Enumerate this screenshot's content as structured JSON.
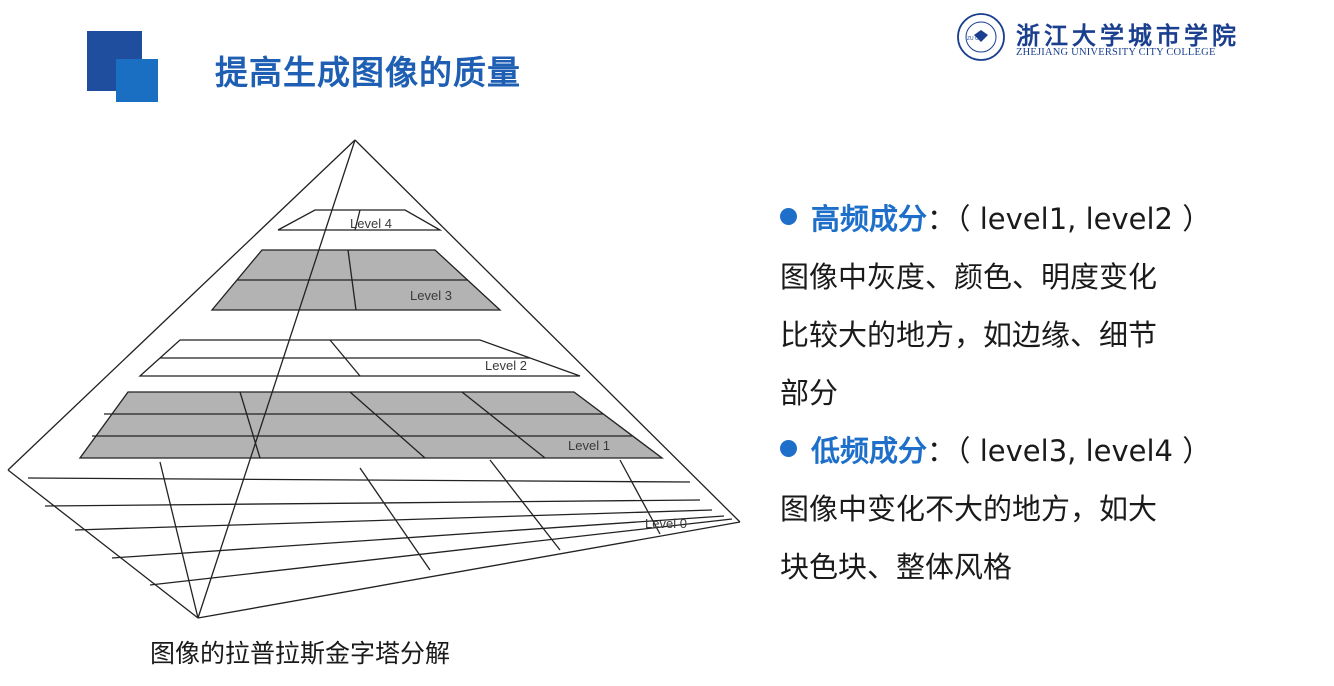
{
  "header": {
    "title": "提高生成图像的质量",
    "logo_cn": "浙江大学城市学院",
    "logo_en": "ZHEJIANG UNIVERSITY CITY COLLEGE",
    "logo_badge": "ZU CC"
  },
  "figure": {
    "levels": [
      "Level 4",
      "Level 3",
      "Level 2",
      "Level 1",
      "Level 0"
    ],
    "caption": "图像的拉普拉斯金字塔分解"
  },
  "bullets": [
    {
      "term": "高频成分",
      "colon": "：",
      "levels": "（ level1, level2 ）",
      "lines": [
        "图像中灰度、颜色、明度变化",
        "比较大的地方，如边缘、细节",
        "部分"
      ]
    },
    {
      "term": "低频成分",
      "colon": "：",
      "levels": "（ level3, level4 ）",
      "lines": [
        "图像中变化不大的地方，如大",
        "块色块、整体风格"
      ]
    }
  ],
  "colors": {
    "title": "#1e5fb3",
    "accent": "#1e6fc9",
    "logo": "#1a3f8f",
    "shade": "#9a9a9a"
  }
}
